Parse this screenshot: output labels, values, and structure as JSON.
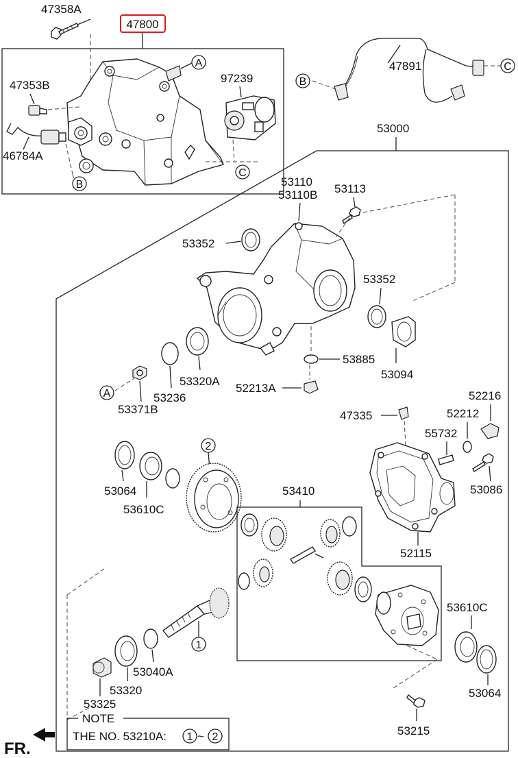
{
  "labels": {
    "p47358A": "47358A",
    "p47800": "47800",
    "p47353B": "47353B",
    "p97239": "97239",
    "p46784A": "46784A",
    "p47891": "47891",
    "p53000": "53000",
    "p53110": "53110",
    "p53110B": "53110B",
    "p53113": "53113",
    "p53352a": "53352",
    "p53352b": "53352",
    "p53885": "53885",
    "p53094": "53094",
    "p52213A": "52213A",
    "p53320A": "53320A",
    "p53236": "53236",
    "p53371B": "53371B",
    "p47335": "47335",
    "p52216": "52216",
    "p52212": "52212",
    "p55732": "55732",
    "p53086": "53086",
    "p52115": "52115",
    "p53064a": "53064",
    "p53610Ca": "53610C",
    "p53410": "53410",
    "p53610Cb": "53610C",
    "p53064b": "53064",
    "p53040A": "53040A",
    "p53320": "53320",
    "p53325": "53325",
    "p53215": "53215"
  },
  "callouts": {
    "A": "A",
    "B": "B",
    "C": "C",
    "one": "1",
    "two": "2"
  },
  "note": {
    "title": "NOTE",
    "text_prefix": "THE NO. 53210A:",
    "text_suffix": "~",
    "from": "1",
    "to": "2"
  },
  "front_label": "FR.",
  "highlight_color": "#d9191c"
}
